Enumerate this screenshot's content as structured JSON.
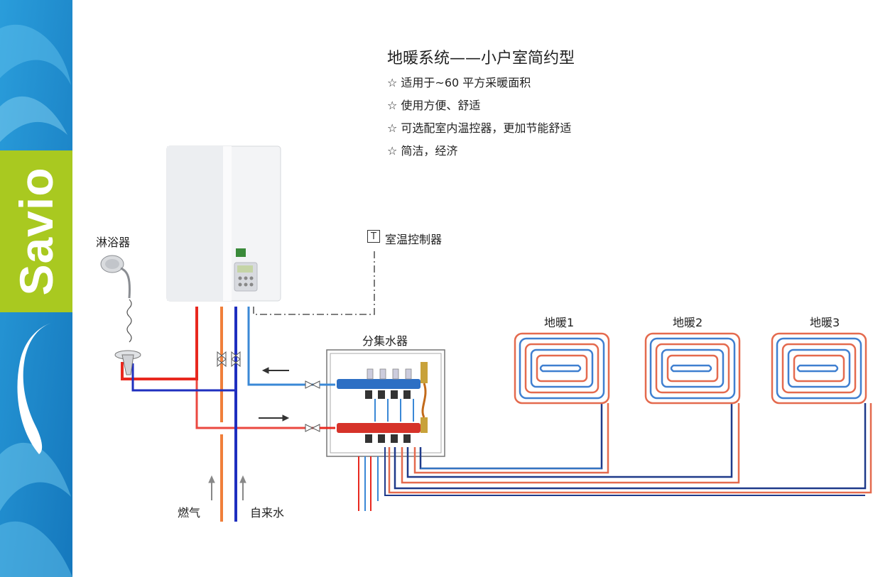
{
  "brand": {
    "name": "Savio"
  },
  "header": {
    "title": "地暖系统——小户室简约型",
    "features": [
      "☆ 适用于~60 平方采暖面积",
      "☆ 使用方便、舒适",
      "☆ 可选配室内温控器，更加节能舒适",
      "☆ 简洁，经济"
    ]
  },
  "labels": {
    "shower": "淋浴器",
    "thermostat": "室温控制器",
    "thermostat_symbol": "T",
    "manifold": "分集水器",
    "gas": "燃气",
    "tap_water": "自来水",
    "floor_loops": [
      "地暖1",
      "地暖2",
      "地暖3"
    ]
  },
  "colors": {
    "sidebar_blue": "#1e8fd0",
    "brand_green": "#a9c920",
    "hot_pipe": "#e8281f",
    "cold_pipe": "#1f2fbf",
    "gas_pipe": "#f07f3a",
    "supply_pipe": "#3a88d6",
    "loop_outer": "#e46a4e",
    "loop_inner": "#3f7fd0"
  },
  "icons": [
    "shower-head-icon",
    "mixing-valve-icon",
    "boiler-icon",
    "valve-icon",
    "flow-arrow-icon"
  ]
}
